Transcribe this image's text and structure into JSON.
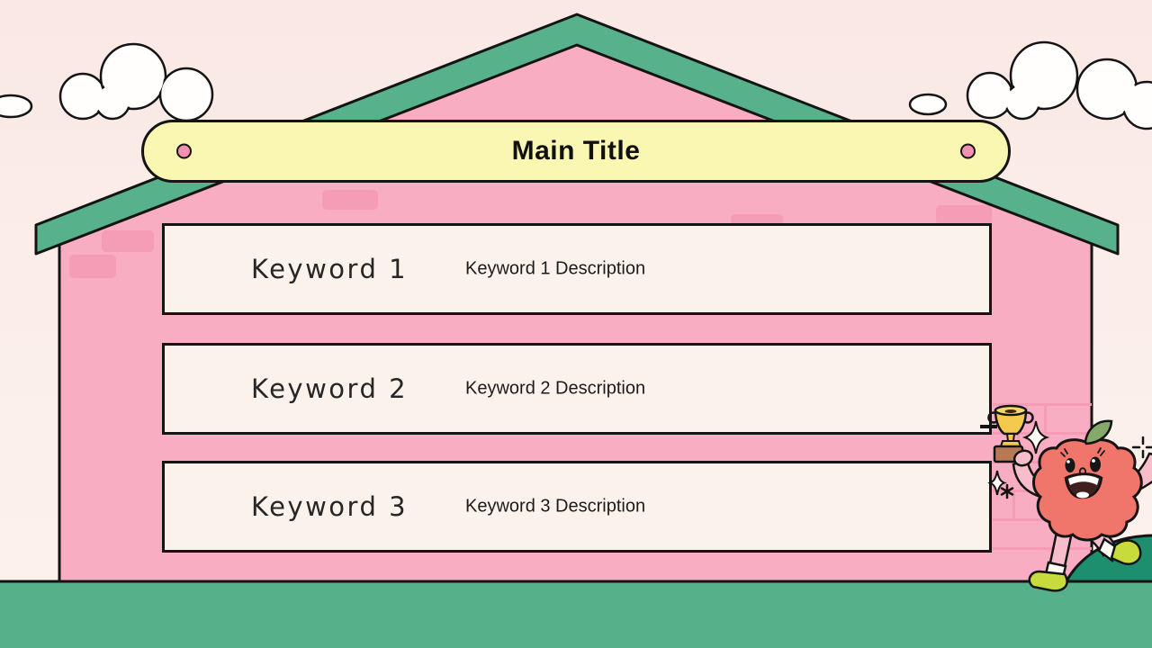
{
  "slide": {
    "title": "Main Title",
    "keywords": [
      {
        "label": "Keyword 1",
        "description": "Keyword 1 Description"
      },
      {
        "label": "Keyword 2",
        "description": "Keyword 2 Description"
      },
      {
        "label": "Keyword 3",
        "description": "Keyword 3 Description"
      }
    ]
  },
  "decorations": {
    "icons": [
      "cloud-icon",
      "house-icon",
      "roof-icon",
      "brick-icon",
      "ground-icon",
      "hill-icon",
      "apple-mascot-icon",
      "trophy-icon",
      "sparkle-icon",
      "banner-pin-icon"
    ]
  },
  "palette": {
    "sky": "#FAEAE5",
    "wall_pink": "#F9ADC2",
    "brick_pink": "#F59CB6",
    "roof_green": "#57B28C",
    "ground_green": "#56B18B",
    "hill_green": "#1E8F6E",
    "banner_yellow": "#FAF7B3",
    "pin_pink": "#F591B0",
    "panel_cream": "#FBF2EB",
    "outline_black": "#141414",
    "apple_red": "#F0756B",
    "limb_pink": "#F7BDCB",
    "shoe_lime": "#C8DB3D",
    "leaf_green": "#84A96A",
    "trophy_gold": "#F3C94E",
    "trophy_base_brown": "#B87A55"
  }
}
